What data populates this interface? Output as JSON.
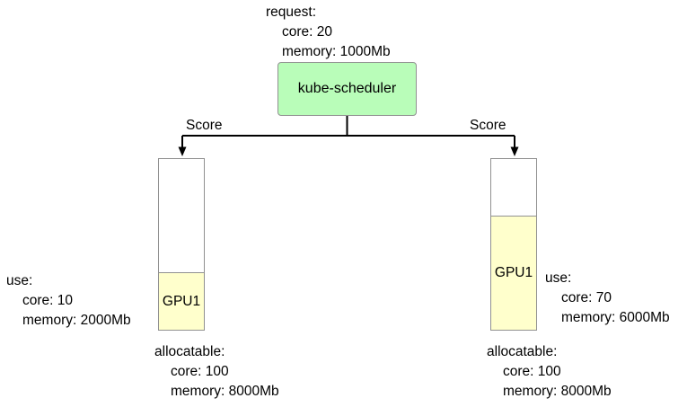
{
  "request": {
    "title": "request:",
    "core": "core: 20",
    "memory": "memory: 1000Mb"
  },
  "scheduler": {
    "label": "kube-scheduler"
  },
  "edges": {
    "left_label": "Score",
    "right_label": "Score"
  },
  "nodes": [
    {
      "gpu": "GPU1",
      "use_title": "use:",
      "use_core": "core: 10",
      "use_memory": "memory: 2000Mb",
      "alloc_title": "allocatable:",
      "alloc_core": "core: 100",
      "alloc_memory": "memory: 8000Mb"
    },
    {
      "gpu": "GPU1",
      "use_title": "use:",
      "use_core": "core: 70",
      "use_memory": "memory: 6000Mb",
      "alloc_title": "allocatable:",
      "alloc_core": "core: 100",
      "alloc_memory": "memory: 8000Mb"
    }
  ],
  "colors": {
    "scheduler_fill": "#b9fdb9",
    "gpu_fill": "#ffffcc",
    "box_border": "#919191",
    "connector": "#000000",
    "text": "#000000"
  }
}
